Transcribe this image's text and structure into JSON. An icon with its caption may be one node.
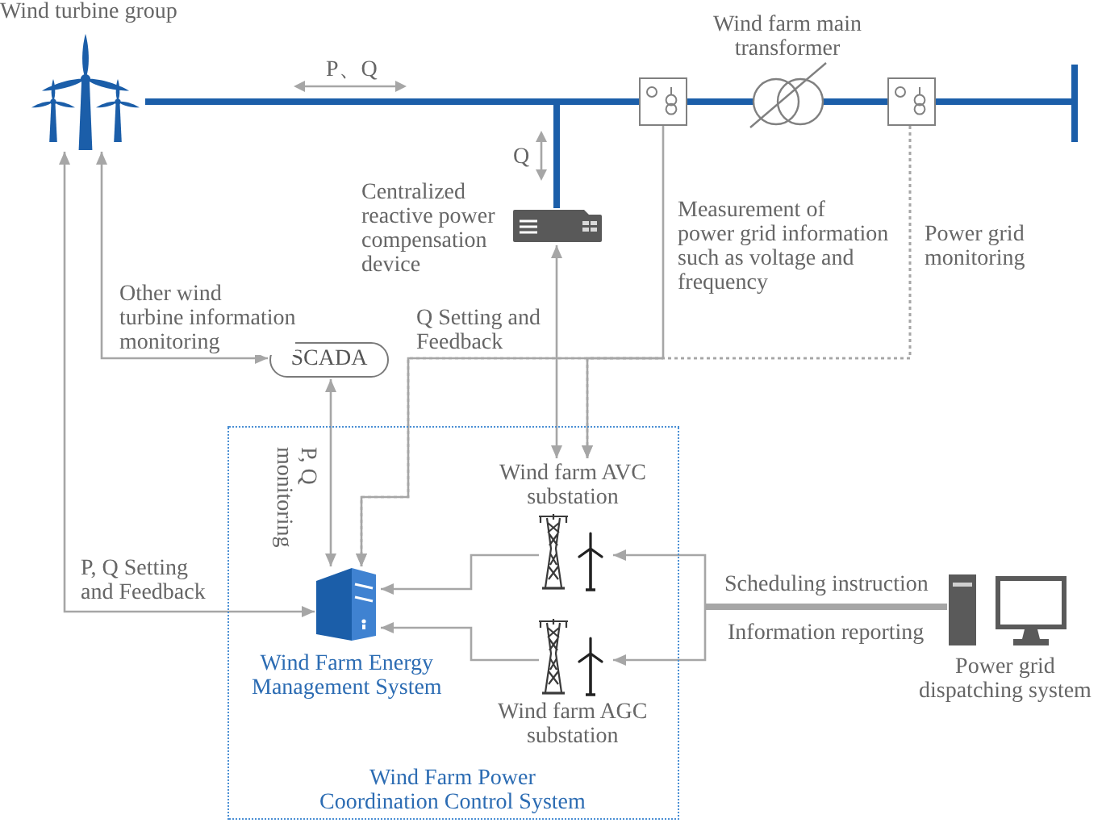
{
  "diagram": {
    "nodes": [
      {
        "text": [
          "Wind turbine group"
        ]
      },
      {
        "text": [],
        "shape": "box"
      },
      {
        "text": [
          "Wind farm main transformer"
        ]
      },
      {
        "text": [],
        "shape": "box"
      },
      {
        "text": [],
        "shape": "bar"
      },
      {
        "text": [
          "Centralized reactive power compensation device"
        ]
      },
      {
        "text": [
          "SCADA"
        ]
      },
      {
        "text": [
          "Wind Farm Power Coordination Control System"
        ]
      },
      {
        "text": [
          "Wind farm AVC substation"
        ],
        "in": 7
      },
      {
        "text": [
          "Wind Farm Energy Management System"
        ],
        "in": 7
      },
      {
        "text": [
          "Wind farm AGC substation"
        ],
        "in": 7
      },
      {
        "text": [
          "Power grid dispatching system"
        ]
      }
    ],
    "edges": [
      {
        "from": 0,
        "to": 1,
        "arrow": "none",
        "style": "thick",
        "color": "#1b5ea9"
      },
      {
        "from": 1,
        "to": 2,
        "arrow": "none",
        "style": "thick",
        "color": "#1b5ea9"
      },
      {
        "from": 2,
        "to": 3,
        "arrow": "none",
        "style": "thick",
        "color": "#1b5ea9"
      },
      {
        "from": 3,
        "to": 4,
        "arrow": "none",
        "style": "thick",
        "color": "#1b5ea9"
      },
      {
        "from": 0,
        "to": 5,
        "arrow": "none",
        "style": "thick",
        "color": "#1b5ea9"
      },
      {
        "from": 0,
        "to": 6,
        "arrow": "both",
        "label": "Other wind turbine information monitoring"
      },
      {
        "from": 0,
        "to": 9,
        "arrow": "both",
        "label": "P, Q Setting and Feedback"
      },
      {
        "from": 6,
        "to": 9,
        "arrow": "both",
        "label": "P, Q monitoring"
      },
      {
        "from": 5,
        "to": 8,
        "arrow": "both",
        "label": "Q Setting and Feedback"
      },
      {
        "from": 1,
        "to": 9,
        "arrow": "to",
        "label": "Measurement of power grid information such as voltage and frequency"
      },
      {
        "from": 1,
        "to": 8,
        "arrow": "to"
      },
      {
        "from": 3,
        "to": 9,
        "arrow": "to",
        "style": "dashed",
        "label": "Power grid monitoring"
      },
      {
        "from": 3,
        "to": 8,
        "arrow": "to",
        "style": "dashed"
      },
      {
        "from": 8,
        "to": 9,
        "arrow": "to"
      },
      {
        "from": 10,
        "to": 9,
        "arrow": "to"
      },
      {
        "from": 11,
        "to": 8,
        "arrow": "to",
        "style": "thick",
        "label": "Scheduling instruction"
      },
      {
        "from": 11,
        "to": 10,
        "arrow": "to",
        "style": "thick",
        "label": "Information reporting"
      }
    ],
    "labels": [
      "P、Q",
      "Q"
    ]
  }
}
